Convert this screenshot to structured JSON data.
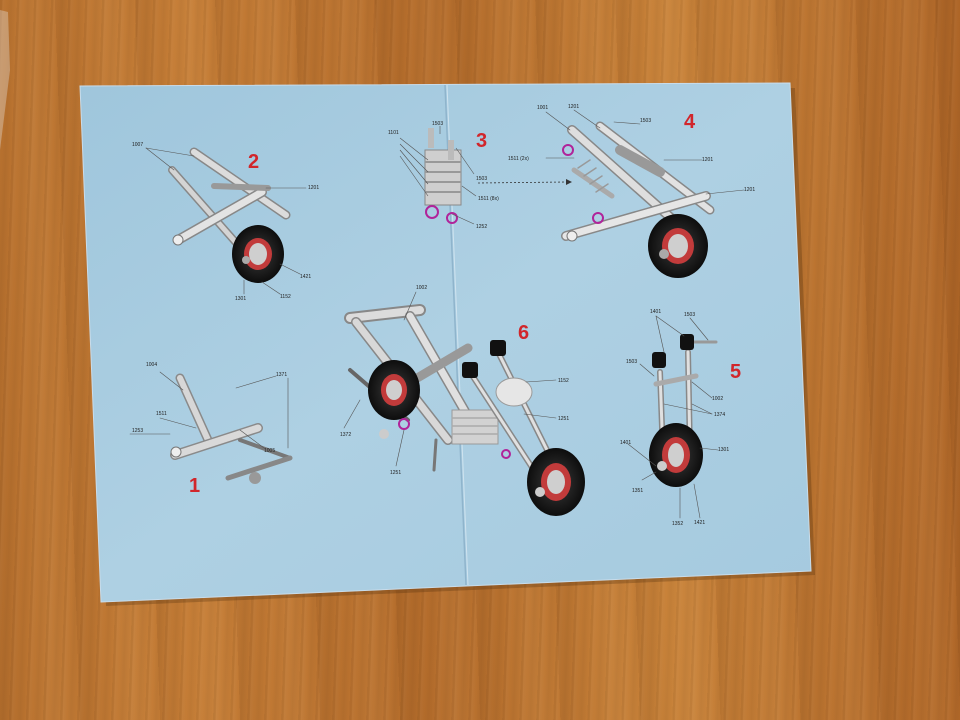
{
  "sheet": {
    "steps": [
      "1",
      "2",
      "3",
      "4",
      "5",
      "6"
    ],
    "part_labels": {
      "s1": [
        "1004",
        "1371",
        "1511",
        "1253",
        "1005"
      ],
      "s2": [
        "1007",
        "1201",
        "1421",
        "1301",
        "1152"
      ],
      "s3": [
        "1101",
        "1503",
        "1503",
        "1511 (8x)",
        "1252"
      ],
      "s4": [
        "1001",
        "1201",
        "1503",
        "1511 (2x)",
        "1201",
        "1201"
      ],
      "s5": [
        "1401",
        "1503",
        "1503",
        "1002",
        "1374",
        "1401",
        "1301",
        "1351",
        "1352",
        "1421"
      ],
      "s6": [
        "1002",
        "1152",
        "1251",
        "1372",
        "1251"
      ]
    }
  },
  "colors": {
    "paper": "#a9cce0",
    "step_number": "#d1262b",
    "table": "#bb7431"
  }
}
